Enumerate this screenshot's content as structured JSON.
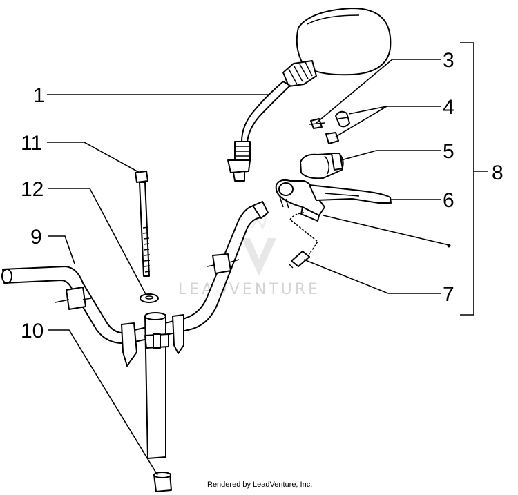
{
  "callouts": {
    "c1": "1",
    "c3": "3",
    "c4": "4",
    "c5": "5",
    "c6": "6",
    "c7": "7",
    "c8": "8",
    "c9": "9",
    "c10": "10",
    "c11": "11",
    "c12": "12"
  },
  "watermark": "LEADVENTURE",
  "footer": "Rendered by LeadVenture, Inc."
}
